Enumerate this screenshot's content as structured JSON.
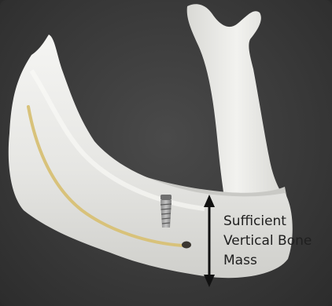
{
  "annotation": {
    "lines": [
      "Sufficient",
      "Vertical Bone",
      "Mass"
    ]
  },
  "colors": {
    "background": "#3a3a3a",
    "bone": "#e9e9e7",
    "nerve_canal": "#d8c27a",
    "arrow": "#111111",
    "text": "#1f1f1f"
  },
  "icons": {
    "arrow": "double-headed-vertical-arrow"
  }
}
